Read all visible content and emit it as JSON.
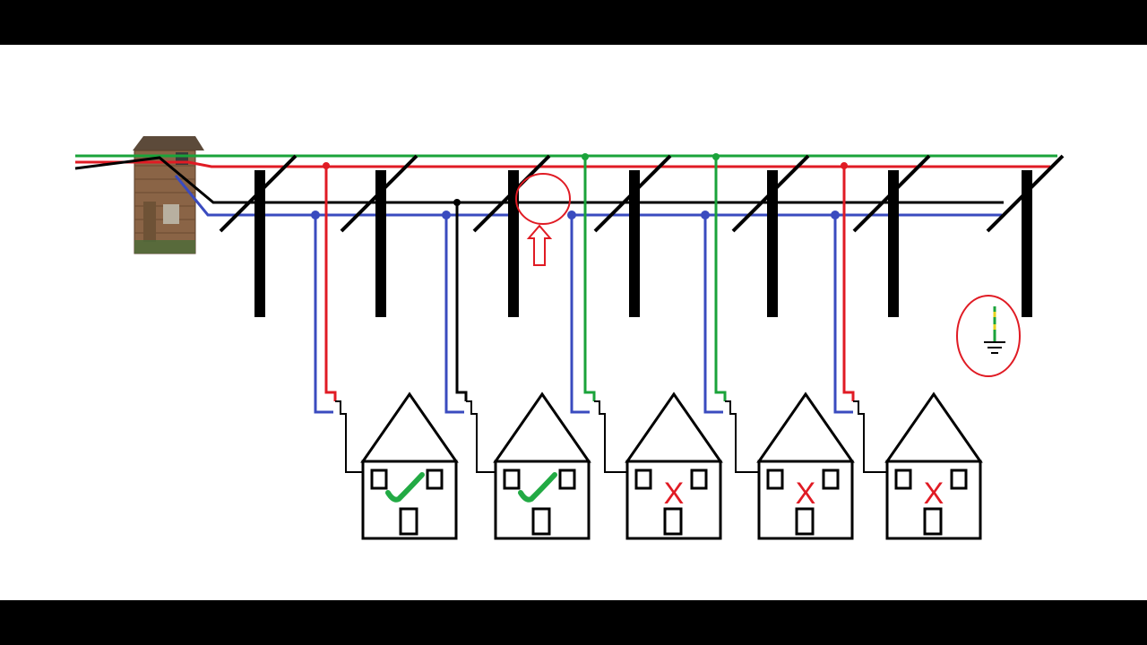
{
  "colors": {
    "background": "#ffffff",
    "letterbox": "#000000",
    "wire_green": "#1aa33a",
    "wire_red": "#e01b24",
    "wire_black": "#000000",
    "wire_blue": "#3a4bbf",
    "pole": "#000000",
    "highlight": "#e01b24",
    "ok_mark": "#22aa44",
    "fail_mark": "#e01b24",
    "substation_brick": "#7a5a3c"
  },
  "icons": {
    "substation": "substation-building",
    "fault_marker": "circle-with-arrow",
    "earth": "earth-ground-symbol"
  },
  "diagram": {
    "pole_count": 7,
    "conductors": [
      "green",
      "red",
      "black",
      "blue"
    ],
    "houses": [
      {
        "supply_phase": "red",
        "status": "ok",
        "mark": "✓"
      },
      {
        "supply_phase": "black",
        "status": "ok",
        "mark": "✓"
      },
      {
        "supply_phase": "green",
        "status": "fail",
        "mark": "X"
      },
      {
        "supply_phase": "green",
        "status": "fail",
        "mark": "X"
      },
      {
        "supply_phase": "red",
        "status": "fail",
        "mark": "X"
      }
    ],
    "fault": {
      "conductor": "blue",
      "description": "neutral break"
    },
    "earth_symbol": true
  }
}
